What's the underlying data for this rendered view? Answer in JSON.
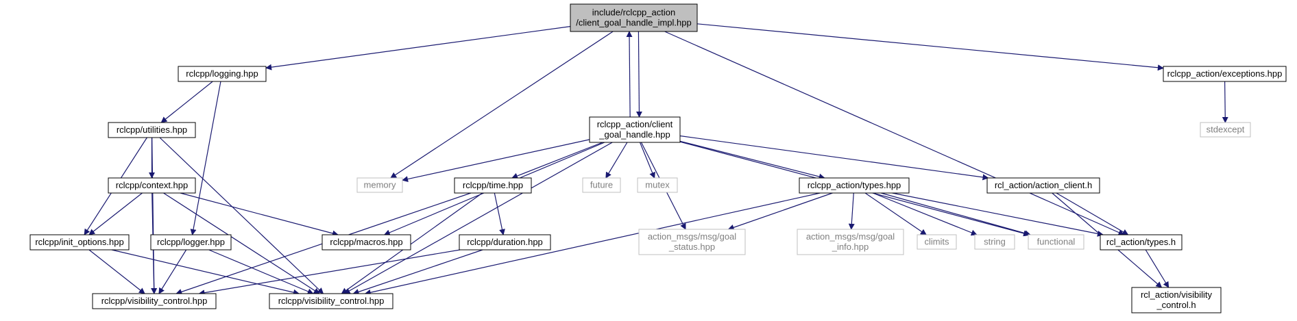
{
  "diagram": {
    "nodes": [
      {
        "id": "root",
        "lines": [
          "include/rclcpp_action",
          "/client_goal_handle_impl.hpp"
        ],
        "style": "root"
      },
      {
        "id": "logging",
        "lines": [
          "rclcpp/logging.hpp"
        ],
        "style": "normal"
      },
      {
        "id": "memory",
        "lines": [
          "memory"
        ],
        "style": "system"
      },
      {
        "id": "cgh",
        "lines": [
          "rclcpp_action/client",
          "_goal_handle.hpp"
        ],
        "style": "normal"
      },
      {
        "id": "exceptions",
        "lines": [
          "rclcpp_action/exceptions.hpp"
        ],
        "style": "normal"
      },
      {
        "id": "acttypes",
        "lines": [
          "rcl_action/types.h"
        ],
        "style": "normal"
      },
      {
        "id": "utilities",
        "lines": [
          "rclcpp/utilities.hpp"
        ],
        "style": "normal"
      },
      {
        "id": "logger",
        "lines": [
          "rclcpp/logger.hpp"
        ],
        "style": "normal"
      },
      {
        "id": "context",
        "lines": [
          "rclcpp/context.hpp"
        ],
        "style": "normal"
      },
      {
        "id": "initopts",
        "lines": [
          "rclcpp/init_options.hpp"
        ],
        "style": "normal"
      },
      {
        "id": "visA",
        "lines": [
          "rclcpp/visibility_control.hpp"
        ],
        "style": "normal"
      },
      {
        "id": "visB",
        "lines": [
          "rclcpp/visibility_control.hpp"
        ],
        "style": "normal"
      },
      {
        "id": "macros",
        "lines": [
          "rclcpp/macros.hpp"
        ],
        "style": "normal"
      },
      {
        "id": "time",
        "lines": [
          "rclcpp/time.hpp"
        ],
        "style": "normal"
      },
      {
        "id": "duration",
        "lines": [
          "rclcpp/duration.hpp"
        ],
        "style": "normal"
      },
      {
        "id": "future",
        "lines": [
          "future"
        ],
        "style": "system"
      },
      {
        "id": "mutex",
        "lines": [
          "mutex"
        ],
        "style": "system"
      },
      {
        "id": "goalstatus",
        "lines": [
          "action_msgs/msg/goal",
          "_status.hpp"
        ],
        "style": "system"
      },
      {
        "id": "cgtypes",
        "lines": [
          "rclcpp_action/types.hpp"
        ],
        "style": "normal"
      },
      {
        "id": "goalinfo",
        "lines": [
          "action_msgs/msg/goal",
          "_info.hpp"
        ],
        "style": "system"
      },
      {
        "id": "climits",
        "lines": [
          "climits"
        ],
        "style": "system"
      },
      {
        "id": "string",
        "lines": [
          "string"
        ],
        "style": "system"
      },
      {
        "id": "functional",
        "lines": [
          "functional"
        ],
        "style": "system"
      },
      {
        "id": "actclient",
        "lines": [
          "rcl_action/action_client.h"
        ],
        "style": "normal"
      },
      {
        "id": "actvis",
        "lines": [
          "rcl_action/visibility",
          "_control.h"
        ],
        "style": "normal"
      },
      {
        "id": "stdexcept",
        "lines": [
          "stdexcept"
        ],
        "style": "system"
      }
    ],
    "edges": [
      [
        "root",
        "logging"
      ],
      [
        "root",
        "memory"
      ],
      [
        "root",
        "cgh"
      ],
      [
        "cgh",
        "root"
      ],
      [
        "root",
        "exceptions"
      ],
      [
        "root",
        "acttypes"
      ],
      [
        "logging",
        "utilities"
      ],
      [
        "logging",
        "logger"
      ],
      [
        "utilities",
        "context"
      ],
      [
        "utilities",
        "initopts"
      ],
      [
        "utilities",
        "visA"
      ],
      [
        "utilities",
        "visB"
      ],
      [
        "context",
        "initopts"
      ],
      [
        "context",
        "macros"
      ],
      [
        "context",
        "visA"
      ],
      [
        "context",
        "visB"
      ],
      [
        "initopts",
        "visA"
      ],
      [
        "initopts",
        "visB"
      ],
      [
        "logger",
        "visA"
      ],
      [
        "logger",
        "visB"
      ],
      [
        "cgh",
        "memory"
      ],
      [
        "cgh",
        "macros"
      ],
      [
        "cgh",
        "time"
      ],
      [
        "cgh",
        "future"
      ],
      [
        "cgh",
        "mutex"
      ],
      [
        "cgh",
        "goalstatus"
      ],
      [
        "cgh",
        "cgtypes"
      ],
      [
        "cgh",
        "functional"
      ],
      [
        "cgh",
        "actclient"
      ],
      [
        "cgh",
        "visB"
      ],
      [
        "time",
        "duration"
      ],
      [
        "time",
        "visA"
      ],
      [
        "time",
        "visB"
      ],
      [
        "duration",
        "visA"
      ],
      [
        "duration",
        "visB"
      ],
      [
        "cgtypes",
        "goalstatus"
      ],
      [
        "cgtypes",
        "goalinfo"
      ],
      [
        "cgtypes",
        "climits"
      ],
      [
        "cgtypes",
        "string"
      ],
      [
        "cgtypes",
        "functional"
      ],
      [
        "cgtypes",
        "acttypes"
      ],
      [
        "cgtypes",
        "visB"
      ],
      [
        "actclient",
        "acttypes"
      ],
      [
        "actclient",
        "actvis"
      ],
      [
        "acttypes",
        "actvis"
      ],
      [
        "exceptions",
        "stdexcept"
      ]
    ]
  },
  "colors": {
    "edge": "#191970",
    "node_border": "#000000",
    "system_border": "#bfbfbf",
    "system_text": "#7f7f7f",
    "root_fill": "#bfbfbf",
    "normal_fill": "#ffffff"
  }
}
